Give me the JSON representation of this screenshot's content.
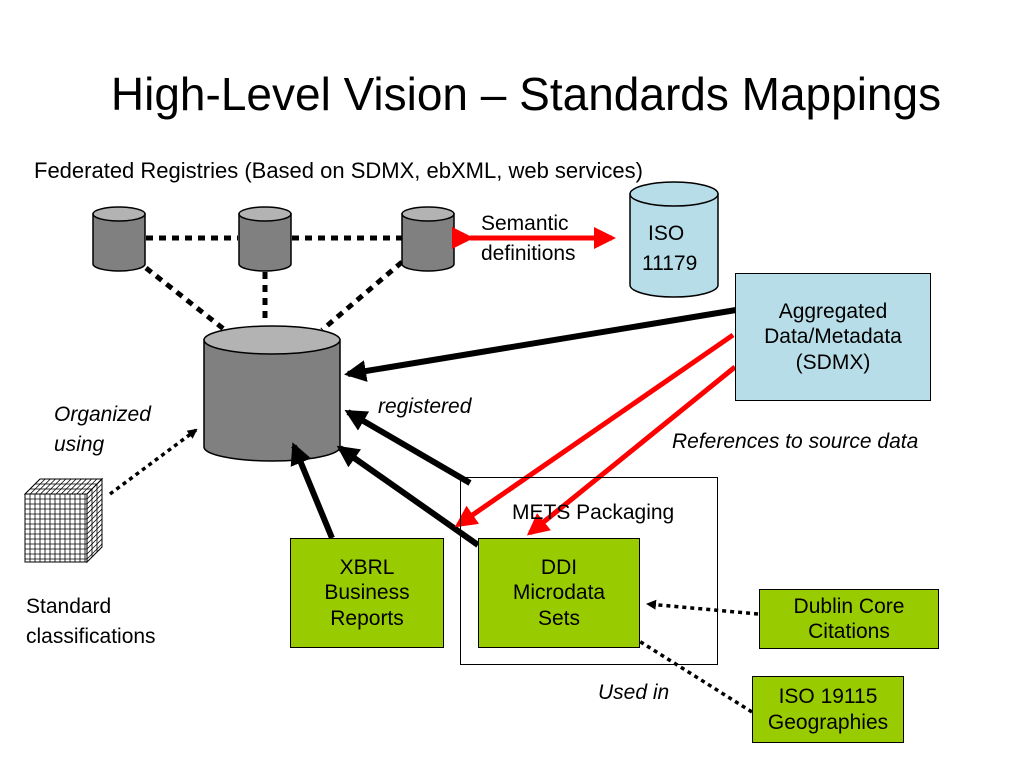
{
  "title": "High-Level Vision – Standards Mappings",
  "subtitle": "Federated Registries (Based on SDMX, ebXML, web services)",
  "iso11179": {
    "line1": "ISO",
    "line2": "11179"
  },
  "semantic_definitions": {
    "line1": "Semantic",
    "line2": "definitions"
  },
  "aggregated": "Aggregated\nData/Metadata\n(SDMX)",
  "registered": "registered",
  "organized_using": {
    "line1": "Organized",
    "line2": "using"
  },
  "references": "References to source data",
  "mets": "METS Packaging",
  "xbrl": "XBRL\nBusiness\nReports",
  "ddi": "DDI\nMicrodata\nSets",
  "dublin_core": "Dublin Core\nCitations",
  "iso19115": "ISO 19115\nGeographies",
  "standard_classifications": {
    "line1": "Standard",
    "line2": "classifications"
  },
  "used_in": "Used in",
  "colors": {
    "cylinder": "#808080",
    "cylinder_top": "#b3b3b3",
    "iso_cylinder": "#b7dde8",
    "green_box": "#99cc00",
    "red_arrow": "#ff0000",
    "black_arrow": "#000000"
  }
}
